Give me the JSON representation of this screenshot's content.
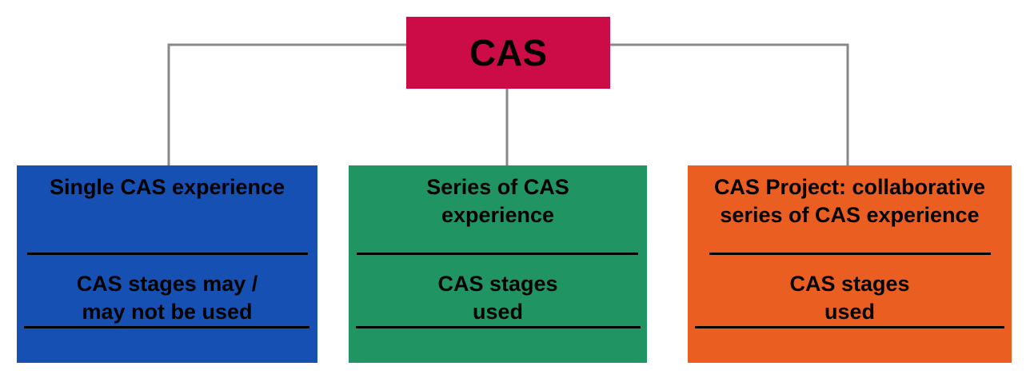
{
  "colors": {
    "root": "#CC0C46",
    "single": "#1650B3",
    "series": "#219463",
    "project": "#EB5E22",
    "connector": "#888888"
  },
  "root": {
    "label": "CAS"
  },
  "children": [
    {
      "title": "Single CAS experience",
      "stages_line1": "CAS stages may /",
      "stages_line2": "may not be used"
    },
    {
      "title_line1": "Series of CAS",
      "title_line2": "experience",
      "stages_line1": "CAS stages",
      "stages_line2": "used"
    },
    {
      "title_line1": "CAS Project: collaborative",
      "title_line2": "series of CAS experience",
      "stages_line1": "CAS stages",
      "stages_line2": "used"
    }
  ]
}
